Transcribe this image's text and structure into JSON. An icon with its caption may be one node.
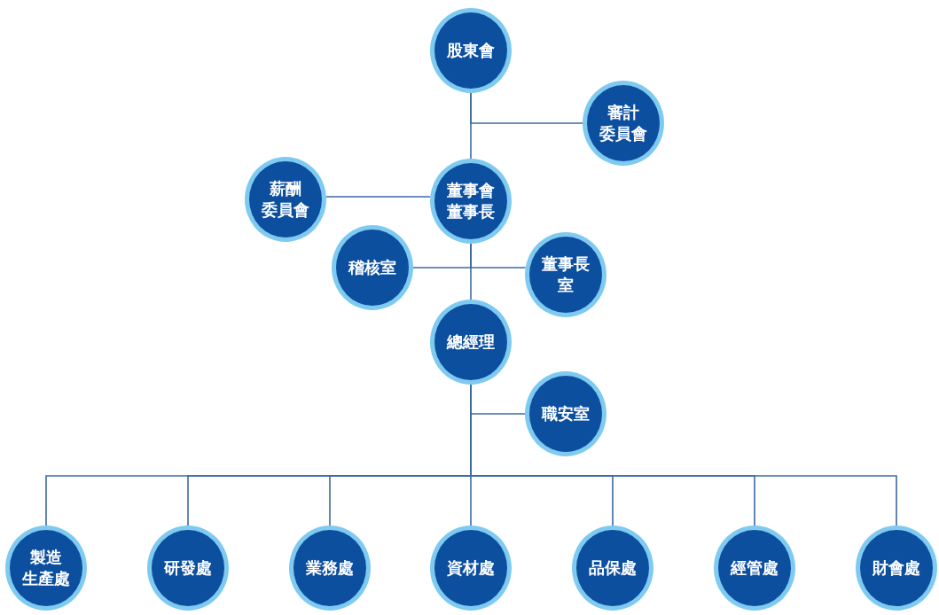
{
  "diagram": {
    "nodes": [
      {
        "text": [
          "股東會"
        ]
      },
      {
        "text": [
          "審計委員會"
        ]
      },
      {
        "text": [
          "董事會",
          "董事長"
        ]
      },
      {
        "text": [
          "薪酬委員會"
        ]
      },
      {
        "text": [
          "稽核室"
        ]
      },
      {
        "text": [
          "董事長室"
        ]
      },
      {
        "text": [
          "總經理"
        ]
      },
      {
        "text": [
          "職安室"
        ]
      },
      {
        "text": [
          "製造生產處"
        ]
      },
      {
        "text": [
          "研發處"
        ]
      },
      {
        "text": [
          "業務處"
        ]
      },
      {
        "text": [
          "資材處"
        ]
      },
      {
        "text": [
          "品保處"
        ]
      },
      {
        "text": [
          "經管處"
        ]
      },
      {
        "text": [
          "財會處"
        ]
      }
    ],
    "edges": [
      {
        "from": 0,
        "to": 2,
        "arrow": "none"
      },
      {
        "from": 0,
        "to": 1,
        "arrow": "none"
      },
      {
        "from": 2,
        "to": 3,
        "arrow": "none"
      },
      {
        "from": 2,
        "to": 6,
        "arrow": "none"
      },
      {
        "from": 2,
        "to": 4,
        "arrow": "none"
      },
      {
        "from": 2,
        "to": 5,
        "arrow": "none"
      },
      {
        "from": 6,
        "to": 7,
        "arrow": "none"
      },
      {
        "from": 6,
        "to": 8,
        "arrow": "none"
      },
      {
        "from": 6,
        "to": 9,
        "arrow": "none"
      },
      {
        "from": 6,
        "to": 10,
        "arrow": "none"
      },
      {
        "from": 6,
        "to": 11,
        "arrow": "none"
      },
      {
        "from": 6,
        "to": 12,
        "arrow": "none"
      },
      {
        "from": 6,
        "to": 13,
        "arrow": "none"
      },
      {
        "from": 6,
        "to": 14,
        "arrow": "none"
      }
    ]
  }
}
